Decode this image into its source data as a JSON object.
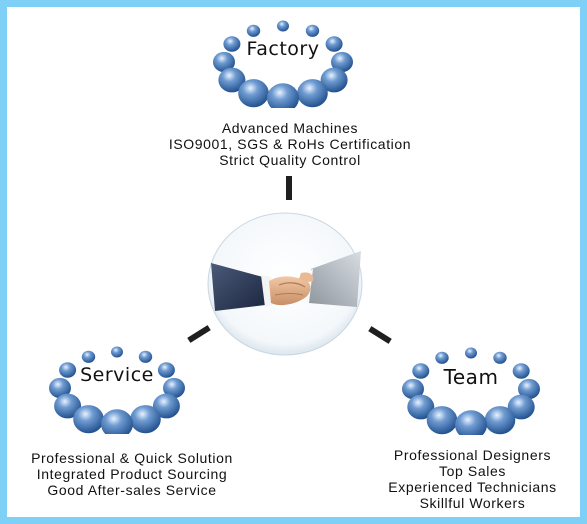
{
  "nodes": {
    "factory": {
      "title": "Factory",
      "lines": [
        "Advanced Machines",
        "ISO9001, SGS & RoHs Certification",
        "Strict Quality Control"
      ]
    },
    "service": {
      "title": "Service",
      "lines": [
        "Professional & Quick Solution",
        "Integrated Product Sourcing",
        "Good After-sales Service"
      ]
    },
    "team": {
      "title": "Team",
      "lines": [
        "Professional Designers",
        "Top Sales",
        "Experienced Technicians",
        "Skillful Workers"
      ]
    }
  },
  "center": {
    "image": "handshake"
  },
  "colors": {
    "border": "#7fd0f7",
    "bead": "#1f4e8c",
    "connector": "#1f1f1f"
  }
}
